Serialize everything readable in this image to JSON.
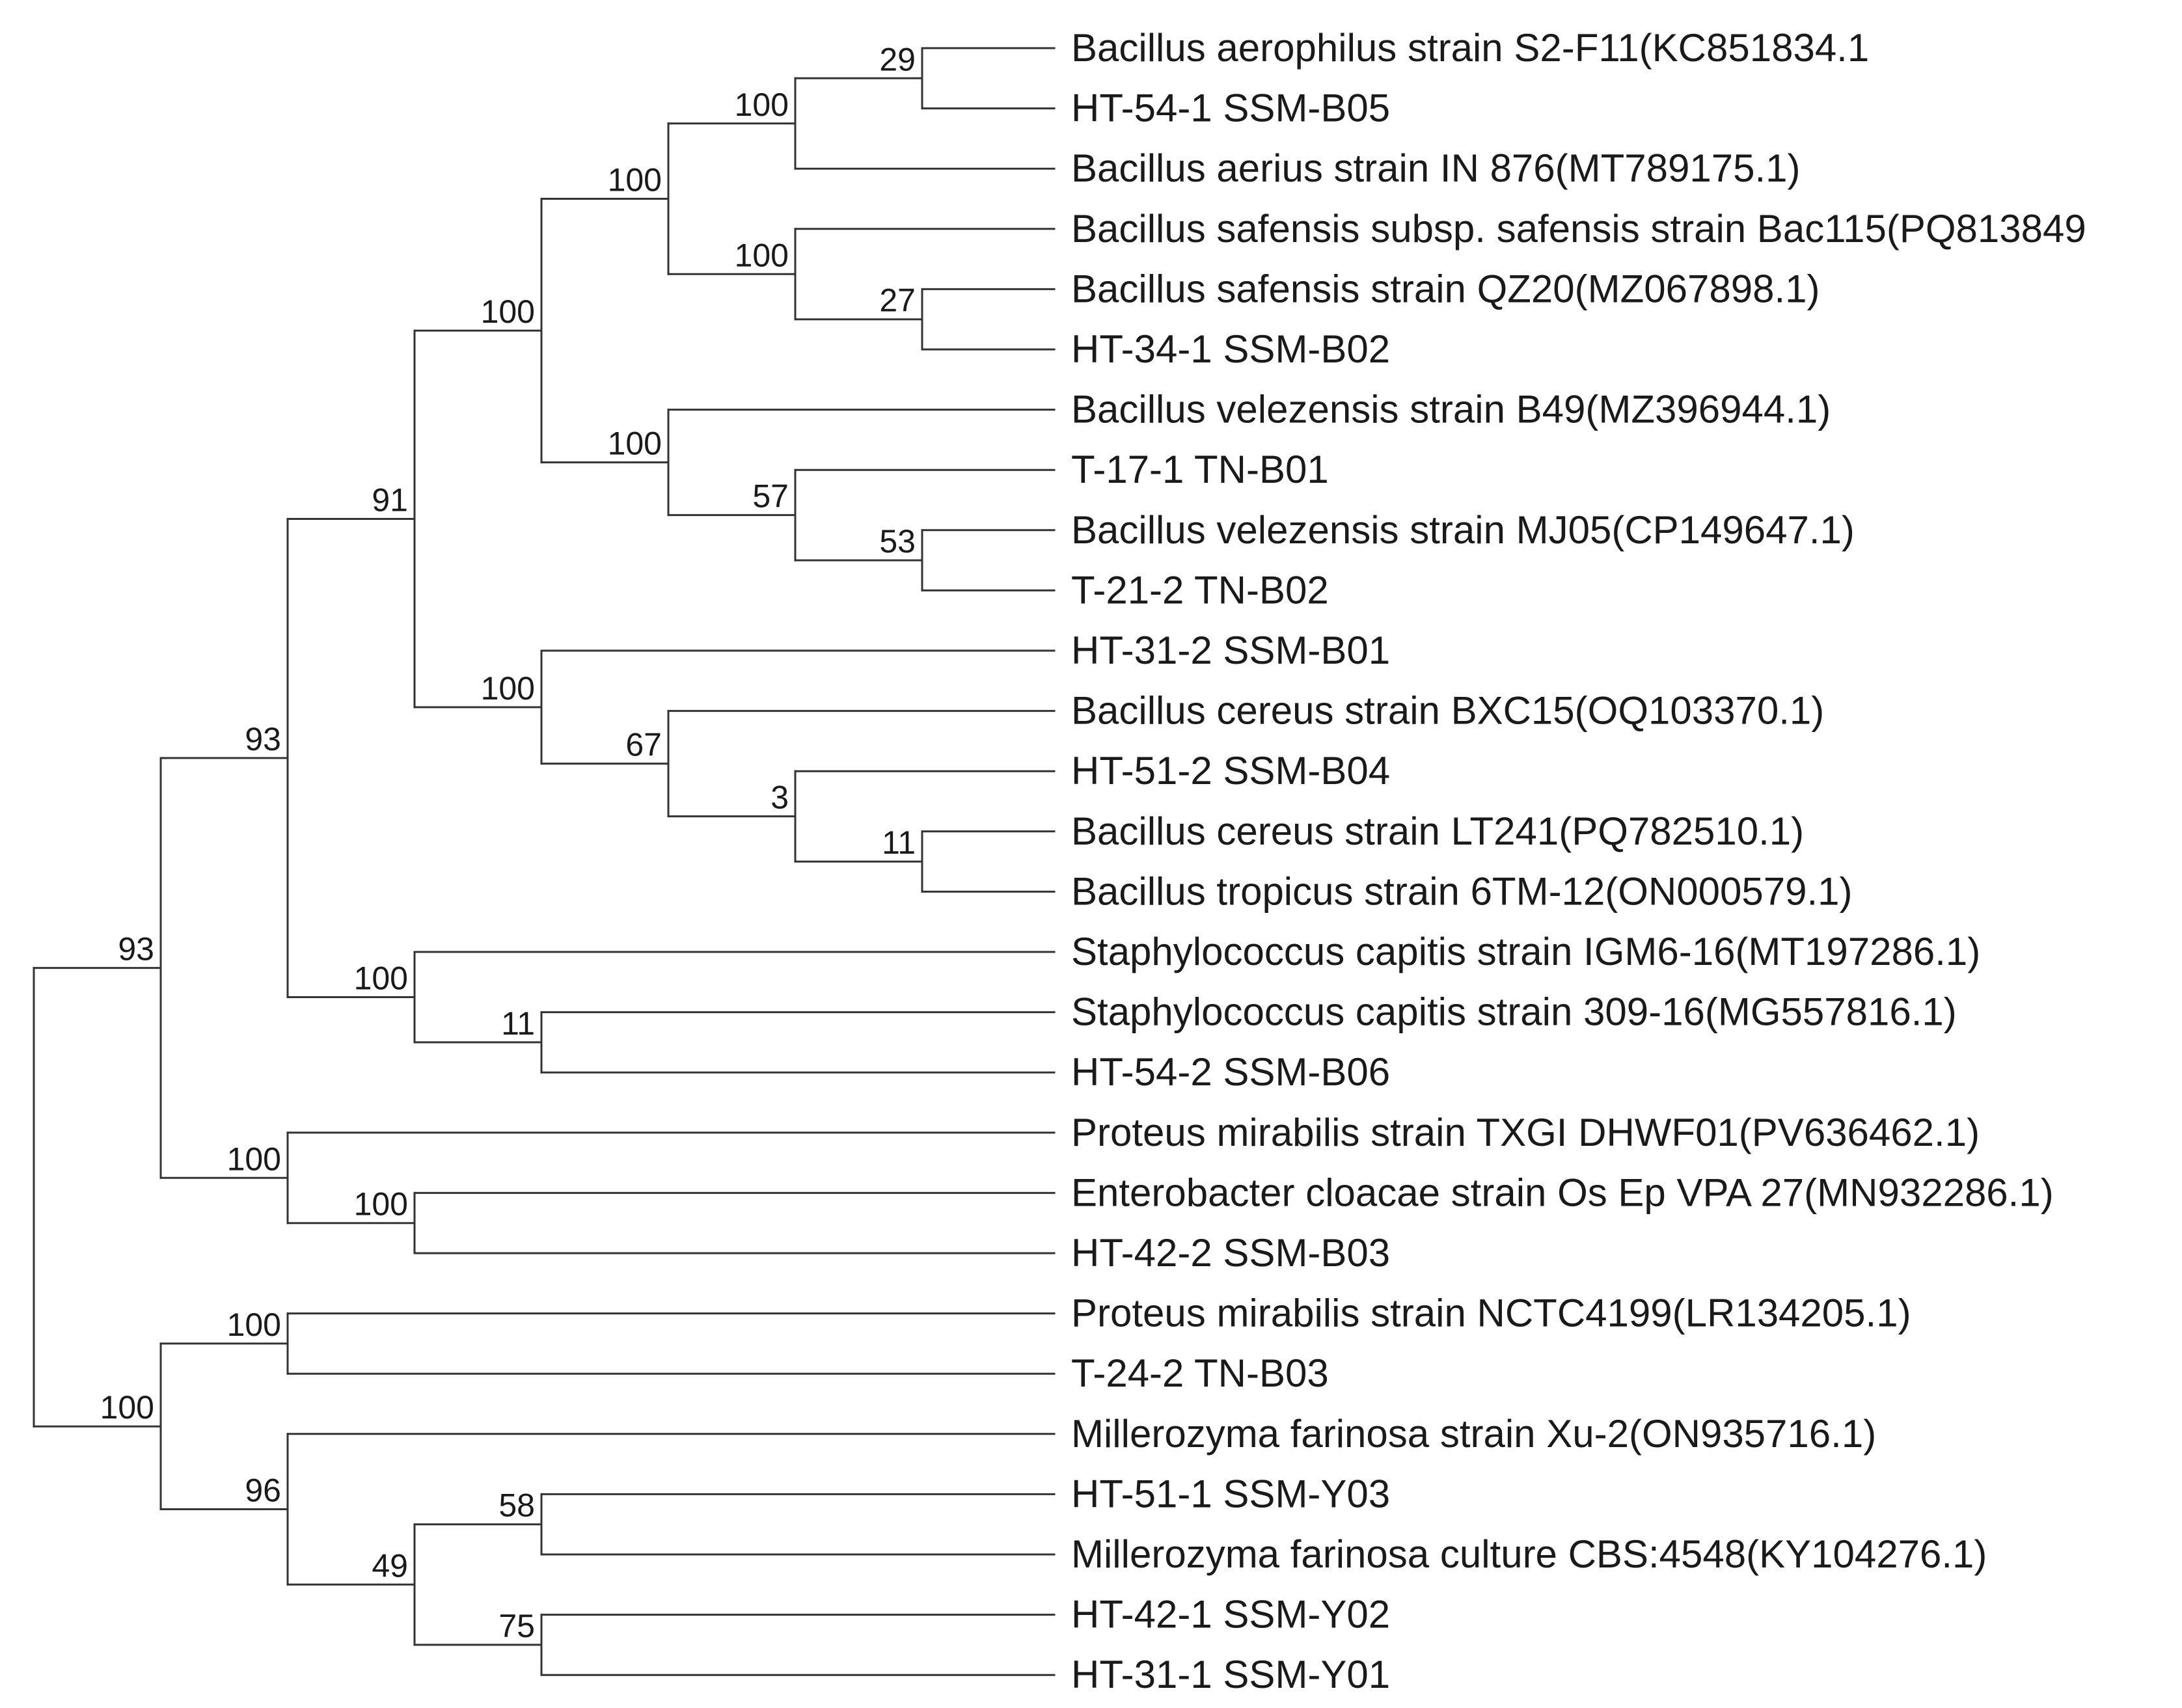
{
  "colors": {
    "line": "#333333",
    "text": "#1a1a1a"
  },
  "tree": {
    "bootstrap": 93,
    "children": [
      {
        "bootstrap": 93,
        "children": [
          {
            "bootstrap": 91,
            "children": [
              {
                "bootstrap": 100,
                "children": [
                  {
                    "bootstrap": 100,
                    "children": [
                      {
                        "bootstrap": 100,
                        "children": [
                          {
                            "bootstrap": 29,
                            "children": [
                              {
                                "label": "Bacillus aerophilus strain S2-F11(KC851834.1"
                              },
                              {
                                "label": "HT-54-1 SSM-B05"
                              }
                            ]
                          },
                          {
                            "label": "Bacillus aerius strain IN 876(MT789175.1)"
                          }
                        ]
                      },
                      {
                        "bootstrap": 100,
                        "children": [
                          {
                            "label": "Bacillus safensis subsp. safensis strain Bac115(PQ813849"
                          },
                          {
                            "bootstrap": 27,
                            "children": [
                              {
                                "label": "Bacillus safensis strain QZ20(MZ067898.1)"
                              },
                              {
                                "label": "HT-34-1 SSM-B02"
                              }
                            ]
                          }
                        ]
                      }
                    ]
                  },
                  {
                    "bootstrap": 100,
                    "children": [
                      {
                        "label": "Bacillus velezensis strain B49(MZ396944.1)"
                      },
                      {
                        "bootstrap": 57,
                        "children": [
                          {
                            "label": "T-17-1 TN-B01"
                          },
                          {
                            "bootstrap": 53,
                            "children": [
                              {
                                "label": "Bacillus velezensis strain MJ05(CP149647.1)"
                              },
                              {
                                "label": "T-21-2 TN-B02"
                              }
                            ]
                          }
                        ]
                      }
                    ]
                  }
                ]
              },
              {
                "bootstrap": 100,
                "children": [
                  {
                    "label": "HT-31-2 SSM-B01"
                  },
                  {
                    "bootstrap": 67,
                    "children": [
                      {
                        "label": "Bacillus cereus strain BXC15(OQ103370.1)"
                      },
                      {
                        "bootstrap": 3,
                        "children": [
                          {
                            "label": "HT-51-2 SSM-B04"
                          },
                          {
                            "bootstrap": 11,
                            "children": [
                              {
                                "label": "Bacillus cereus strain LT241(PQ782510.1)"
                              },
                              {
                                "label": "Bacillus tropicus strain 6TM-12(ON000579.1)"
                              }
                            ]
                          }
                        ]
                      }
                    ]
                  }
                ]
              }
            ]
          },
          {
            "bootstrap": 100,
            "children": [
              {
                "label": "Staphylococcus capitis strain IGM6-16(MT197286.1)"
              },
              {
                "bootstrap": 11,
                "children": [
                  {
                    "label": "Staphylococcus capitis strain 309-16(MG557816.1)"
                  },
                  {
                    "label": "HT-54-2 SSM-B06"
                  }
                ]
              }
            ]
          }
        ]
      },
      {
        "bootstrap": 100,
        "children": [
          {
            "label": "Proteus mirabilis strain TXGI DHWF01(PV636462.1)"
          },
          {
            "bootstrap": 100,
            "children": [
              {
                "label": "Enterobacter cloacae strain Os Ep VPA 27(MN932286.1)"
              },
              {
                "label": "HT-42-2 SSM-B03"
              }
            ]
          }
        ]
      }
    ]
  },
  "tree_b": {
    "bootstrap": 100,
    "children": [
      {
        "bootstrap": 100,
        "children": [
          {
            "label": "Proteus mirabilis strain NCTC4199(LR134205.1)"
          },
          {
            "label": "T-24-2 TN-B03"
          }
        ]
      },
      {
        "bootstrap": 96,
        "children": [
          {
            "label": "Millerozyma farinosa strain Xu-2(ON935716.1)"
          },
          {
            "bootstrap": 49,
            "children": [
              {
                "bootstrap": 58,
                "children": [
                  {
                    "label": "HT-51-1 SSM-Y03"
                  },
                  {
                    "label": "Millerozyma farinosa culture CBS:4548(KY104276.1)"
                  }
                ]
              },
              {
                "bootstrap": 75,
                "children": [
                  {
                    "label": "HT-42-1 SSM-Y02"
                  },
                  {
                    "label": "HT-31-1 SSM-Y01"
                  }
                ]
              }
            ]
          }
        ]
      }
    ]
  }
}
